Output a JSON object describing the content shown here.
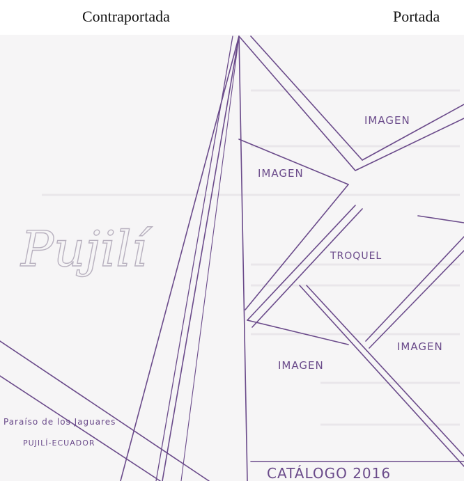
{
  "header": {
    "left_label": "Contraportada",
    "right_label": "Portada"
  },
  "sketch": {
    "ink_color": "#6a4a8a",
    "paper_color": "#f6f5f6",
    "labels": {
      "imagen_top_right": "IMAGEN",
      "imagen_upper_left": "IMAGEN",
      "troquel": "TROQUEL",
      "imagen_bottom_left": "IMAGEN",
      "imagen_bottom_right": "IMAGEN",
      "brand_logo": "Pujilí",
      "footer_line1": "Paraíso de los Jaguares",
      "footer_line2": "PUJILÍ-ECUADOR",
      "catalog": "CATÁLOGO 2016"
    }
  }
}
